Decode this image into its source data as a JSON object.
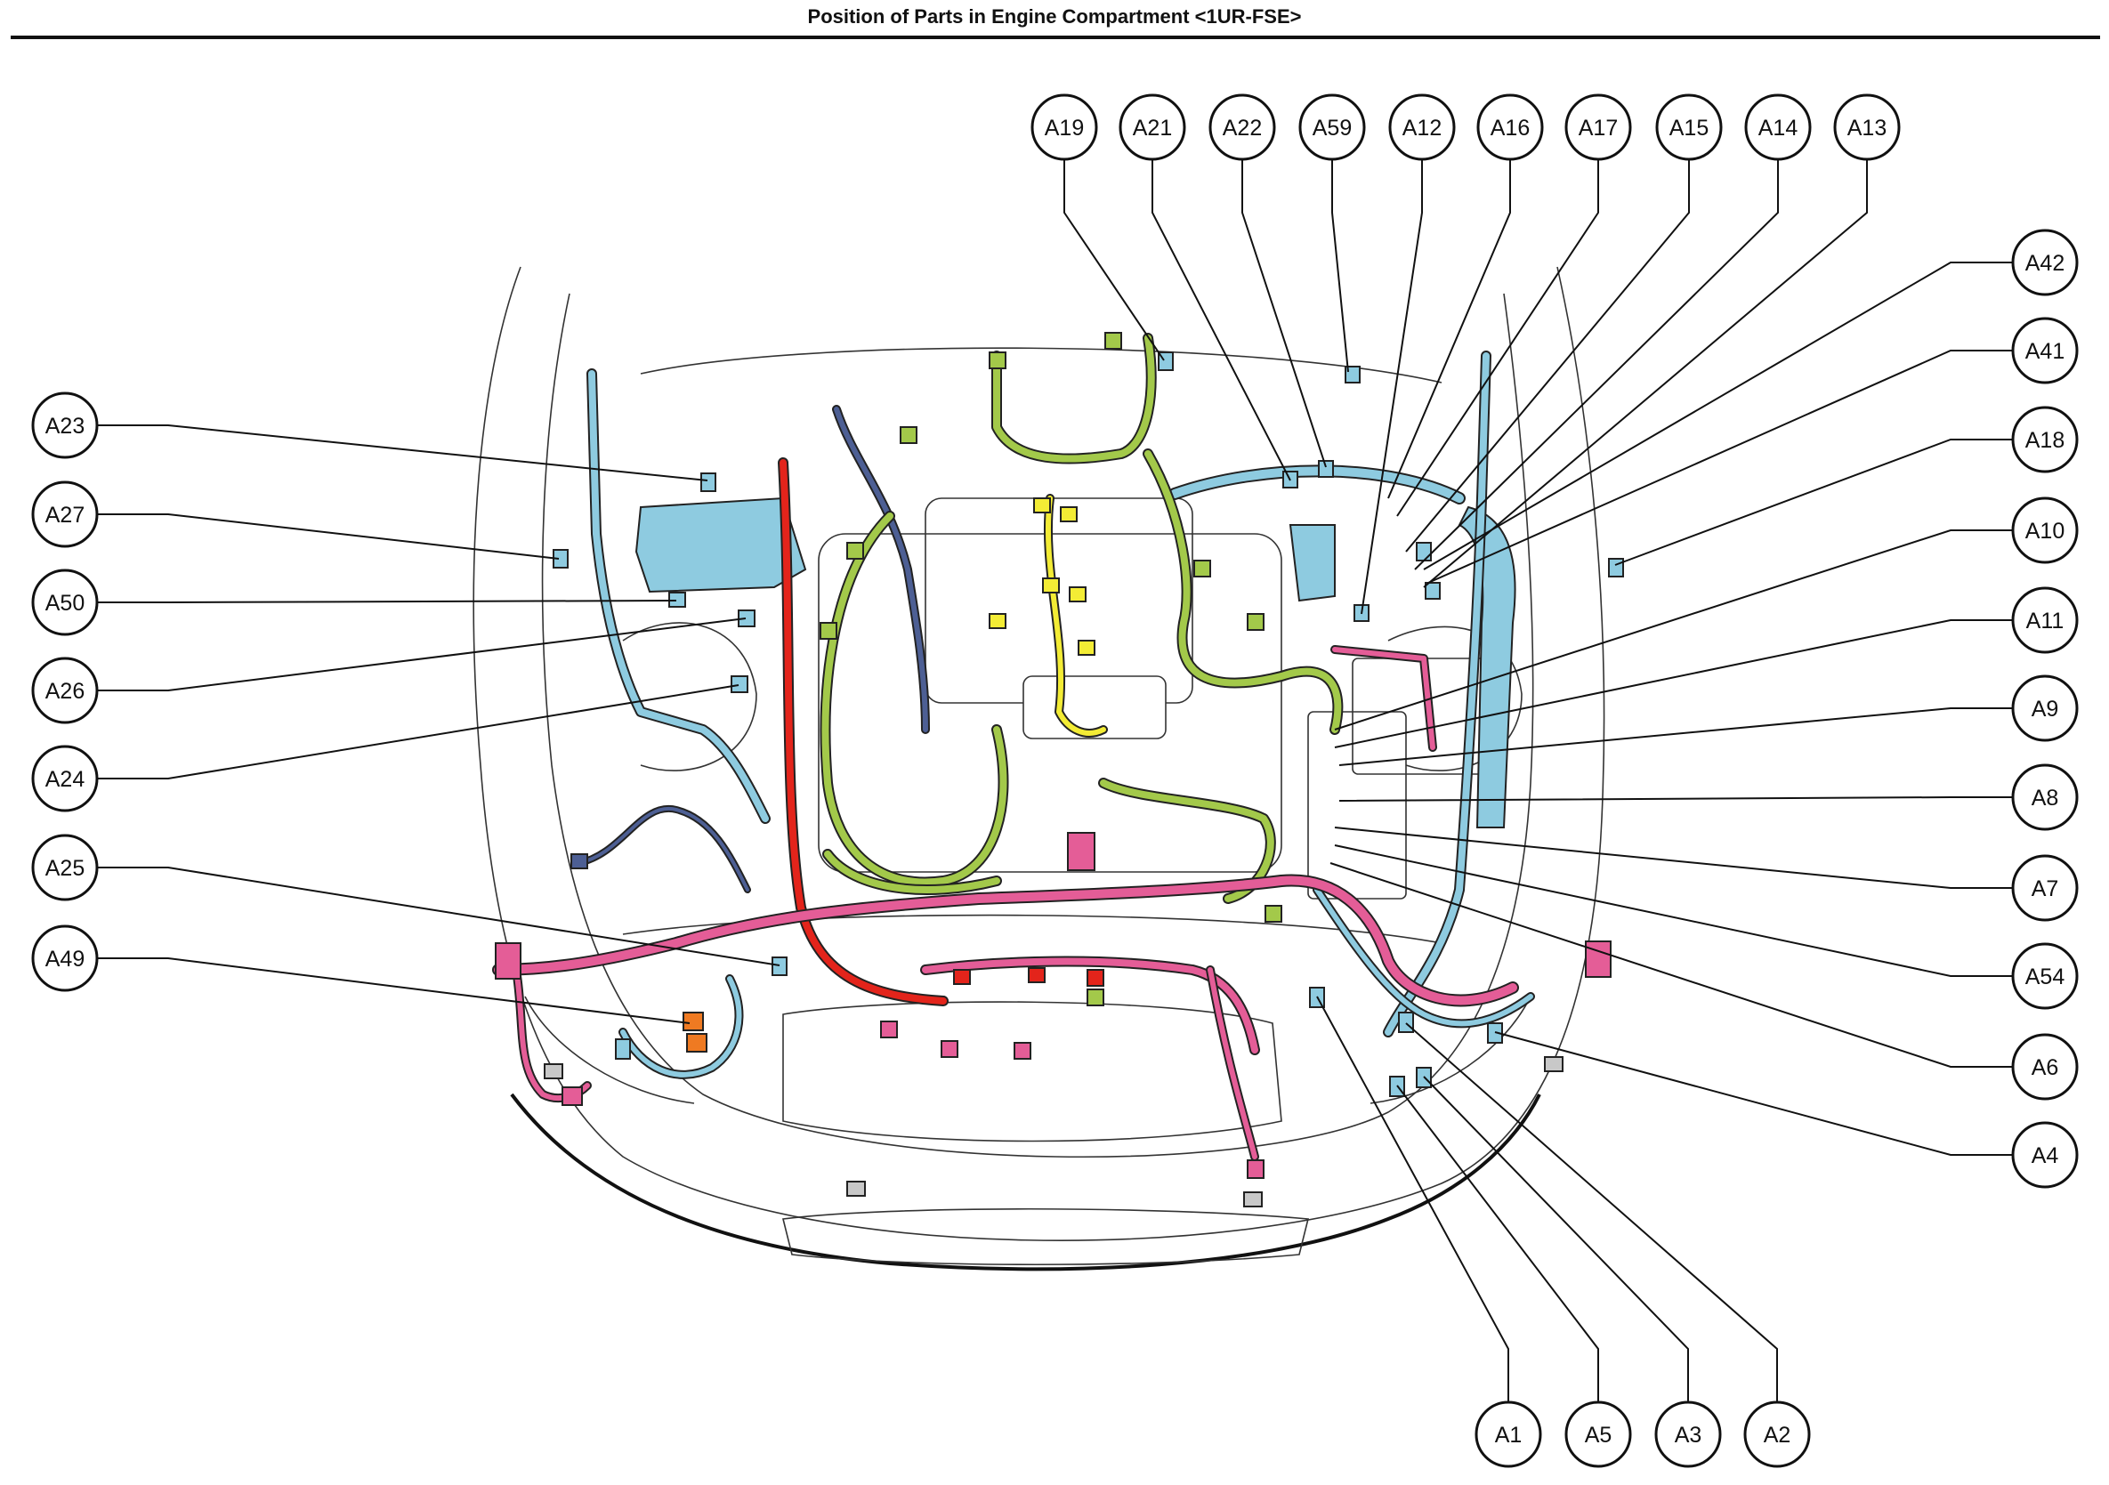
{
  "title": "Position of Parts in Engine Compartment <1UR-FSE>",
  "colors": {
    "harness_blue": "#8ecbe0",
    "harness_green": "#a3c94a",
    "harness_pink": "#e45d97",
    "harness_red": "#e3241b",
    "harness_yellow": "#f3ec35",
    "harness_navy": "#4d5f94",
    "connector_orange": "#ef7a22",
    "outline": "#222222"
  },
  "callouts_top": [
    "A19",
    "A21",
    "A22",
    "A59",
    "A12",
    "A16",
    "A17",
    "A15",
    "A14",
    "A13"
  ],
  "callouts_left": [
    "A23",
    "A27",
    "A50",
    "A26",
    "A24",
    "A25",
    "A49"
  ],
  "callouts_right": [
    "A42",
    "A41",
    "A18",
    "A10",
    "A11",
    "A9",
    "A8",
    "A7",
    "A54",
    "A6",
    "A4"
  ],
  "callouts_bottom": [
    "A1",
    "A5",
    "A3",
    "A2"
  ]
}
